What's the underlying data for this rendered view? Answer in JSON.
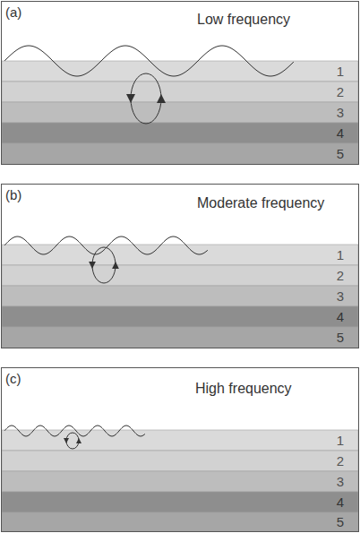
{
  "diagram": {
    "nodes": [
      {
        "text": [
          "(a)",
          "Low frequency"
        ]
      },
      {
        "text": [
          "1"
        ],
        "in": 0
      },
      {
        "text": [
          "2"
        ],
        "in": 0
      },
      {
        "text": [
          "3"
        ],
        "in": 0
      },
      {
        "text": [
          "4"
        ],
        "in": 0
      },
      {
        "text": [
          "5"
        ],
        "in": 0
      },
      {
        "text": [
          "(b)",
          "Moderate frequency"
        ]
      },
      {
        "text": [
          "1"
        ],
        "in": 6
      },
      {
        "text": [
          "2"
        ],
        "in": 6
      },
      {
        "text": [
          "3"
        ],
        "in": 6
      },
      {
        "text": [
          "4"
        ],
        "in": 6
      },
      {
        "text": [
          "5"
        ],
        "in": 6
      },
      {
        "text": [
          "(c)",
          "High frequency"
        ]
      },
      {
        "text": [
          "1"
        ],
        "in": 12
      },
      {
        "text": [
          "2"
        ],
        "in": 12
      },
      {
        "text": [
          "3"
        ],
        "in": 12
      },
      {
        "text": [
          "4"
        ],
        "in": 12
      },
      {
        "text": [
          "5"
        ],
        "in": 12
      }
    ]
  }
}
